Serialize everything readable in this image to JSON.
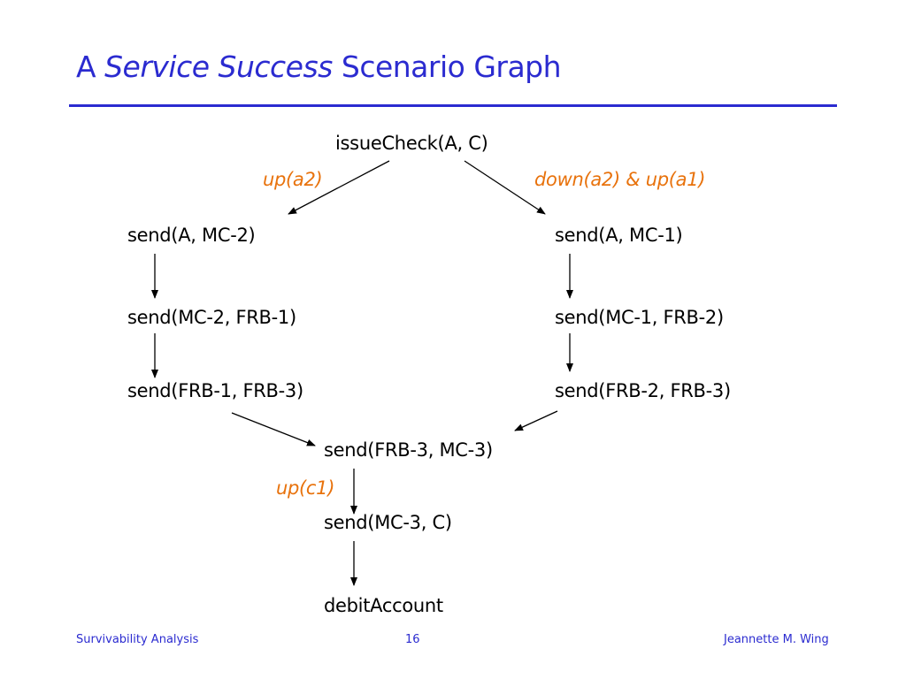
{
  "slide": {
    "title_prefix": "A",
    "title_emphasis": "Service Success",
    "title_suffix": "Scenario Graph"
  },
  "graph": {
    "nodes": {
      "issue_check": "issueCheck(A, C)",
      "send_a_mc2": "send(A, MC-2)",
      "send_mc2_frb1": "send(MC-2, FRB-1)",
      "send_frb1_frb3": "send(FRB-1, FRB-3)",
      "send_a_mc1": "send(A, MC-1)",
      "send_mc1_frb2": "send(MC-1, FRB-2)",
      "send_frb2_frb3": "send(FRB-2, FRB-3)",
      "send_frb3_mc3": "send(FRB-3, MC-3)",
      "send_mc3_c": "send(MC-3, C)",
      "debit_account": "debitAccount"
    },
    "edge_labels": {
      "up_a2": "up(a2)",
      "down_a2_up_a1": "down(a2) & up(a1)",
      "up_c1": "up(c1)"
    },
    "colors": {
      "title": "#2b2bd0",
      "edge_label": "#e8720c",
      "node_text": "#000000"
    }
  },
  "footer": {
    "left": "Survivability Analysis",
    "page_number": "16",
    "author": "Jeannette M. Wing"
  }
}
